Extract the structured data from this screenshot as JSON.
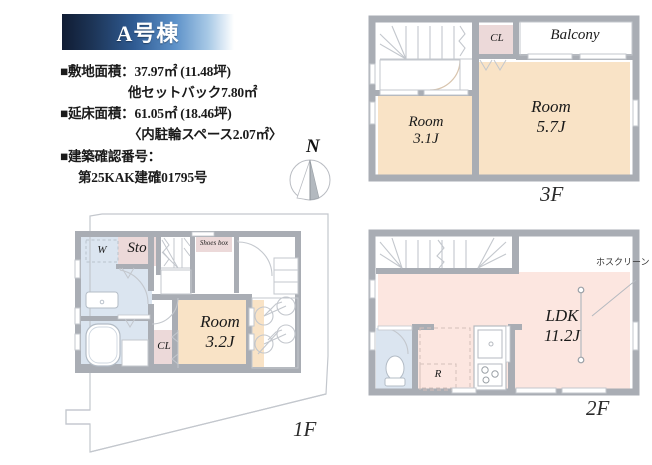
{
  "header": {
    "building_title": "A号棟",
    "specs": [
      {
        "text": "■敷地面積：37.97㎡ (11.48坪)",
        "indent": false
      },
      {
        "text": "他セットバック7.80㎡",
        "indent": true
      },
      {
        "text": "■延床面積：61.05㎡ (18.46坪)",
        "indent": false
      },
      {
        "text": "〈内駐輪スペース2.07㎡〉",
        "indent": true
      },
      {
        "text": "■建築確認番号：",
        "indent": false
      },
      {
        "text": "第25KAK建確01795号",
        "indent": true
      }
    ],
    "compass_label": "N"
  },
  "floors": {
    "f1": {
      "label": "1F",
      "rooms": {
        "room": "Room",
        "room_size": "3.2J",
        "closet": "CL",
        "storage": "Sto",
        "washer": "W",
        "shoes_box": "Shoes box"
      }
    },
    "f2": {
      "label": "2F",
      "rooms": {
        "ldk": "LDK",
        "ldk_size": "11.2J",
        "refrigerator": "R"
      },
      "annotation": "ホスクリーン"
    },
    "f3": {
      "label": "3F",
      "rooms": {
        "room_left": "Room",
        "room_left_size": "3.1J",
        "room_right": "Room",
        "room_right_size": "5.7J",
        "closet": "CL",
        "balcony": "Balcony"
      }
    }
  },
  "colors": {
    "banner_dark": "#101c33",
    "banner_light": "#ffffff",
    "wall": "#a9adb4",
    "room_fill": "#f9e3c6",
    "ldk_fill": "#fce6e0",
    "closet_fill": "#ecd9d9",
    "water_fill": "#dbe5f0"
  }
}
